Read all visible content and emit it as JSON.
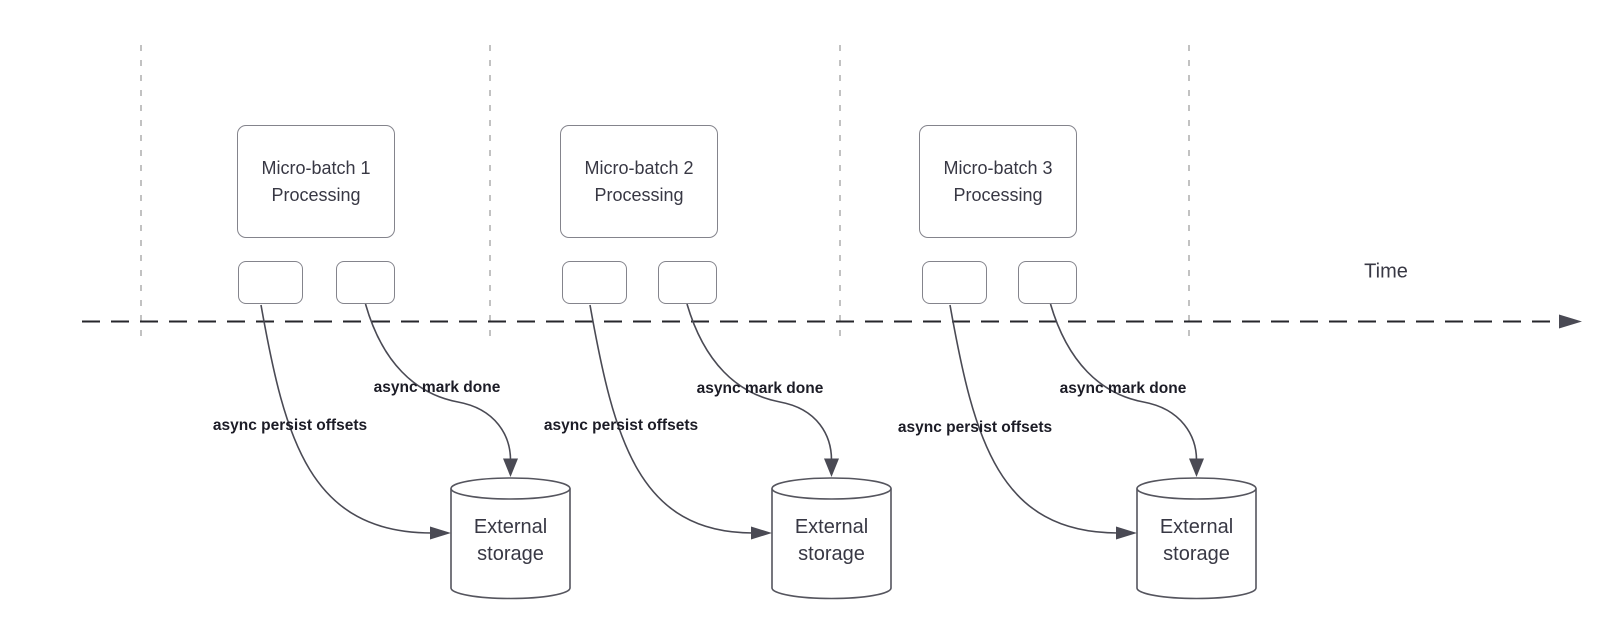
{
  "timeline": {
    "label": "Time"
  },
  "groups": [
    {
      "box_line1": "Micro-batch 1",
      "box_line2": "Processing",
      "persist_label": "async persist offsets",
      "done_label": "async mark done",
      "storage_line1": "External",
      "storage_line2": "storage"
    },
    {
      "box_line1": "Micro-batch 2",
      "box_line2": "Processing",
      "persist_label": "async persist offsets",
      "done_label": "async mark done",
      "storage_line1": "External",
      "storage_line2": "storage"
    },
    {
      "box_line1": "Micro-batch 3",
      "box_line2": "Processing",
      "persist_label": "async persist offsets",
      "done_label": "async mark done",
      "storage_line1": "External",
      "storage_line2": "storage"
    }
  ],
  "colors": {
    "guide": "#b3b3b3",
    "axis": "#26262b",
    "stroke": "#84848c",
    "cyl-stroke": "#55555e",
    "curve": "#4a4a54",
    "text": "#383844",
    "label": "#1c1c26",
    "bg": "#ffffff"
  }
}
